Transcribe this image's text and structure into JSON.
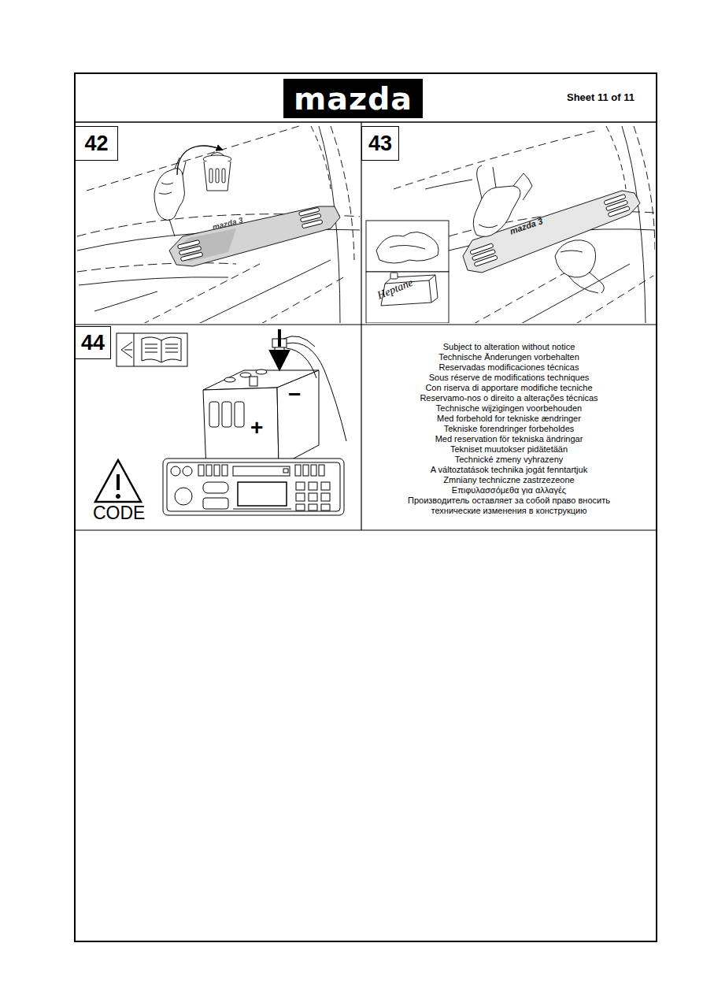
{
  "diagram": {
    "nodes": [
      {
        "text": [
          "Sheet 11 of 11"
        ]
      },
      {
        "text": [
          "mazda"
        ],
        "in": 0
      },
      {
        "text": [
          "42"
        ]
      },
      {
        "text": [
          "43"
        ]
      },
      {
        "text": [
          "44"
        ]
      },
      {
        "text": [
          "Subject to alteration without notice",
          "Technische Änderungen vorbehalten",
          "Reservadas modificaciones técnicas",
          "Sous réserve de modifications techniques",
          "Con riserva di apportare modifiche tecniche",
          "Reservamo-nos o direito a alterações técnicas",
          "Technische wijzigingen voorbehouden",
          "Med forbehold for tekniske ændringer",
          "Tekniske forendringer forbeholdes",
          "Med reservation för tekniska ändringar",
          "Tekniset muutokser pidätetään",
          "Technické zmeny vyhrazeny",
          "A változtatások technika jogát fenntartjuk",
          "Zmniany techniczne zastrzezeone",
          "Επιφυλασσόμεθα για αλλαγές",
          "Производитель оставляет за собой право вносить технические изменения в конструкцию"
        ]
      }
    ],
    "labels": [
      "mazda 3",
      "Heptane",
      "mazda 3",
      "+",
      "−",
      "CODE"
    ]
  }
}
